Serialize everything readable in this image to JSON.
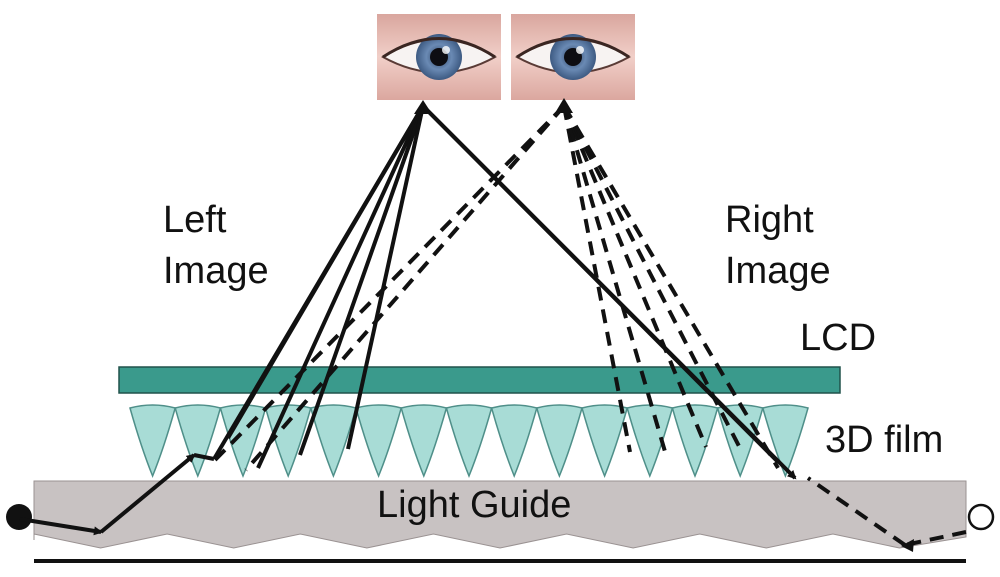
{
  "labels": {
    "left_image_line1": "Left",
    "left_image_line2": "Image",
    "right_image_line1": "Right",
    "right_image_line2": "Image",
    "lcd": "LCD",
    "film": "3D film",
    "light_guide": "Light Guide"
  },
  "colors": {
    "lcd_fill": "#3a9a8c",
    "film_fill": "#a8dcd6",
    "light_guide_fill": "#c8c2c2",
    "ray": "#111111",
    "iris": "#5f7fa8",
    "skin": "#e7b7b1"
  },
  "icons": {
    "left_eye": "eye-icon",
    "right_eye": "eye-icon",
    "left_source": "filled-circle-light-source",
    "right_source": "hollow-circle-light-source"
  }
}
